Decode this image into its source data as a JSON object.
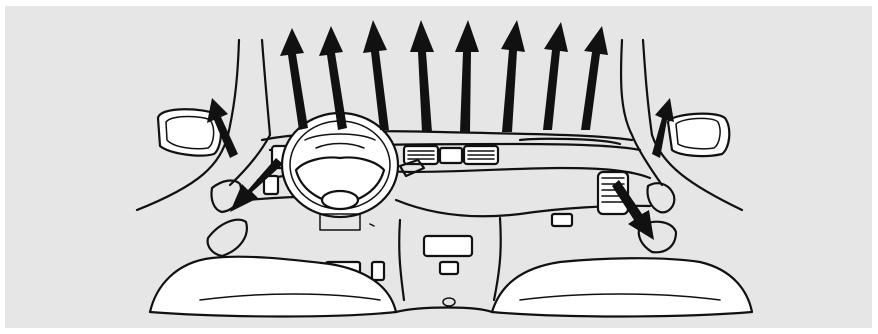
{
  "figure": {
    "subject": "vehicle-interior-ventilation-airflow",
    "colors": {
      "background": "#e6e6e6",
      "line": "#111111",
      "fill": "#ffffff"
    },
    "arrows": [
      {
        "name": "windshield-defrost-arrow-1",
        "icon": "up-arrow"
      },
      {
        "name": "windshield-defrost-arrow-2",
        "icon": "up-arrow"
      },
      {
        "name": "windshield-defrost-arrow-3",
        "icon": "up-arrow"
      },
      {
        "name": "windshield-defrost-arrow-4",
        "icon": "up-arrow"
      },
      {
        "name": "windshield-defrost-arrow-5",
        "icon": "up-arrow"
      },
      {
        "name": "windshield-defrost-arrow-6",
        "icon": "up-arrow"
      },
      {
        "name": "windshield-defrost-arrow-7",
        "icon": "up-arrow"
      },
      {
        "name": "windshield-defrost-arrow-8",
        "icon": "up-arrow"
      },
      {
        "name": "left-side-window-arrow",
        "icon": "up-arrow"
      },
      {
        "name": "right-side-window-arrow",
        "icon": "up-arrow"
      },
      {
        "name": "left-vent-arrow",
        "icon": "down-arrow"
      },
      {
        "name": "right-vent-arrow",
        "icon": "down-arrow"
      }
    ]
  }
}
